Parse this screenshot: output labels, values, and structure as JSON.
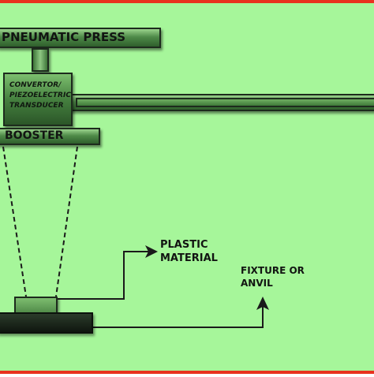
{
  "labels": {
    "pneumatic_press": "PNEUMATIC PRESS",
    "convertor_lines": [
      "CONVERTOR/",
      "PIEZOELECTRIC",
      "TRANSDUCER"
    ],
    "booster": "BOOSTER",
    "plastic_material_lines": [
      "PLASTIC",
      "MATERIAL"
    ],
    "fixture_lines": [
      "FIXTURE OR",
      "ANVIL"
    ]
  },
  "colors": {
    "background": "#a6f69a",
    "border_accent": "#e8321e",
    "component_fill": "#4e8a48",
    "anvil": "#152015",
    "outline": "#1d2b1d"
  }
}
